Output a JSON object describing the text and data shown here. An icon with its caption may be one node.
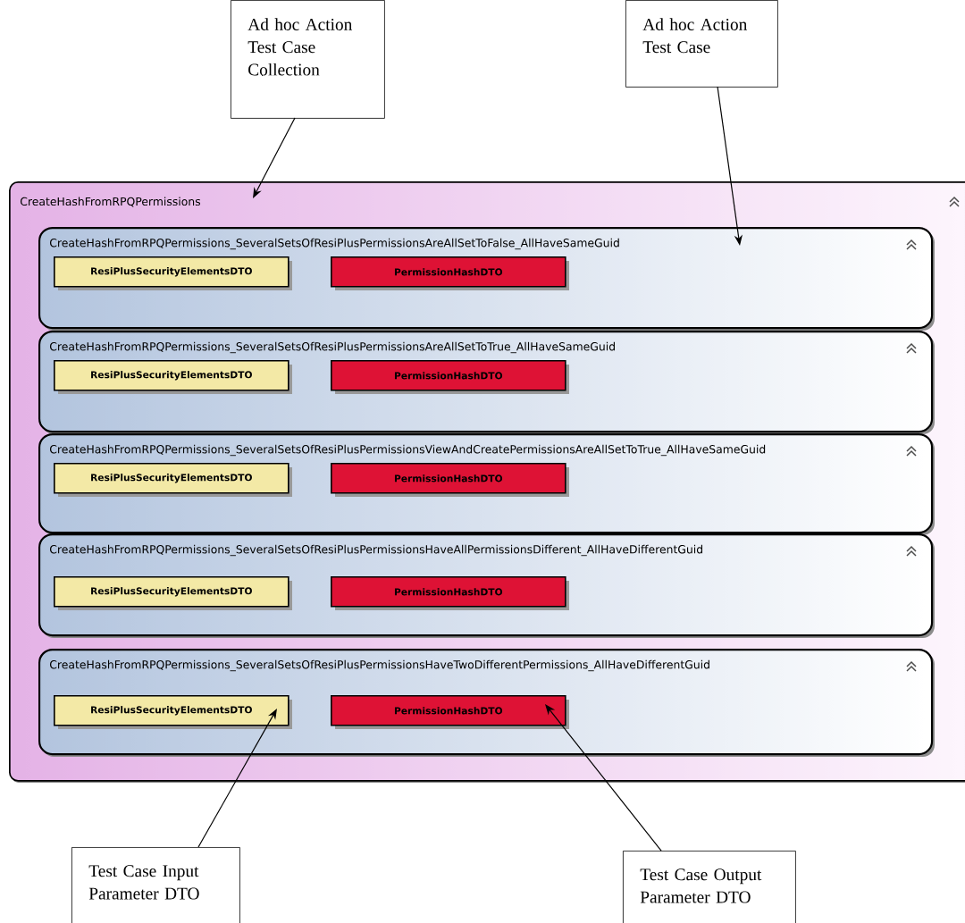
{
  "diagram": {
    "nodes": [
      {
        "text": [
          "Ad hoc Action Test Case Collection"
        ]
      },
      {
        "text": [
          "Ad hoc Action Test Case"
        ]
      },
      {
        "text": [
          "CreateHashFromRPQPermissions"
        ]
      },
      {
        "text": [
          "CreateHashFromRPQPermissions_SeveralSetsOfResiPlusPermissionsAreAllSetToFalse_AllHaveSameGuid"
        ],
        "in": 2
      },
      {
        "text": [
          "ResiPlusSecurityElementsDTO"
        ],
        "in": 3
      },
      {
        "text": [
          "PermissionHashDTO"
        ],
        "in": 3
      },
      {
        "text": [
          "CreateHashFromRPQPermissions_SeveralSetsOfResiPlusPermissionsAreAllSetToTrue_AllHaveSameGuid"
        ],
        "in": 2
      },
      {
        "text": [
          "ResiPlusSecurityElementsDTO"
        ],
        "in": 6
      },
      {
        "text": [
          "PermissionHashDTO"
        ],
        "in": 6
      },
      {
        "text": [
          "CreateHashFromRPQPermissions_SeveralSetsOfResiPlusPermissionsViewAndCreatePermissionsAreAllSetToTrue_AllHaveSameGuid"
        ],
        "in": 2
      },
      {
        "text": [
          "ResiPlusSecurityElementsDTO"
        ],
        "in": 9
      },
      {
        "text": [
          "PermissionHashDTO"
        ],
        "in": 9
      },
      {
        "text": [
          "CreateHashFromRPQPermissions_SeveralSetsOfResiPlusPermissionsHaveAllPermissionsDifferent_AllHaveDifferentGuid"
        ],
        "in": 2
      },
      {
        "text": [
          "ResiPlusSecurityElementsDTO"
        ],
        "in": 12
      },
      {
        "text": [
          "PermissionHashDTO"
        ],
        "in": 12
      },
      {
        "text": [
          "CreateHashFromRPQPermissions_SeveralSetsOfResiPlusPermissionsHaveTwoDifferentPermissions_AllHaveDifferentGuid"
        ],
        "in": 2
      },
      {
        "text": [
          "ResiPlusSecurityElementsDTO"
        ],
        "in": 15
      },
      {
        "text": [
          "PermissionHashDTO"
        ],
        "in": 15
      },
      {
        "text": [
          "Test Case Input Parameter DTO"
        ]
      },
      {
        "text": [
          "Test Case Output Parameter DTO"
        ]
      }
    ],
    "edges": [
      {
        "from": 0,
        "to": 2,
        "arrow": "to"
      },
      {
        "from": 1,
        "to": 3,
        "arrow": "to"
      },
      {
        "from": 18,
        "to": 16,
        "arrow": "to"
      },
      {
        "from": 19,
        "to": 17,
        "arrow": "to"
      }
    ]
  }
}
